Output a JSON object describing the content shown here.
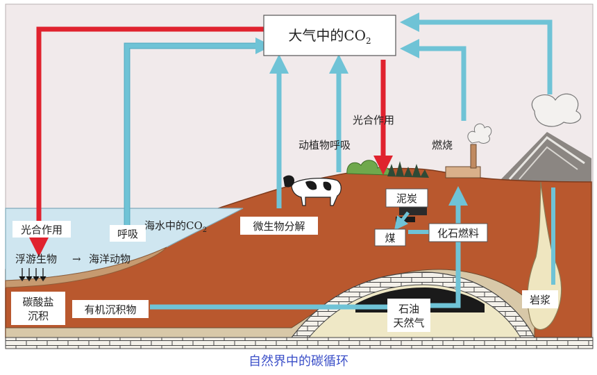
{
  "title": "自然界中的碳循环",
  "colors": {
    "sky": "#f1eaeb",
    "sea": "#cfe6f0",
    "soil": "#b9582e",
    "soil_dark": "#8e4223",
    "rock": "#c9b69d",
    "sand": "#efe8c6",
    "red_arrow": "#e0222e",
    "blue_arrow": "#6fc3d6",
    "title_text": "#3b4fc8"
  },
  "labels": {
    "atmosphere_co2_text": "大气中的CO",
    "atmosphere_co2_sub": "2",
    "photosynthesis_land": "光合作用",
    "photosynthesis_sea": "光合作用",
    "respiration_animal_plant": "动植物呼吸",
    "combustion": "燃烧",
    "peat": "泥炭",
    "coal": "煤",
    "fossil_fuel": "化石燃料",
    "microbe_decomposition": "微生物分解",
    "seawater_co2_text": "海水中的CO",
    "seawater_co2_sub": "2",
    "respiration_sea": "呼吸",
    "plankton": "浮游生物",
    "marine_animals": "海洋动物",
    "plankton_arrow": "→",
    "carbonate_line1": "碳酸盐",
    "carbonate_line2": "沉积",
    "organic_sediment": "有机沉积物",
    "oil_line1": "石油",
    "oil_line2": "天然气",
    "magma": "岩浆"
  }
}
